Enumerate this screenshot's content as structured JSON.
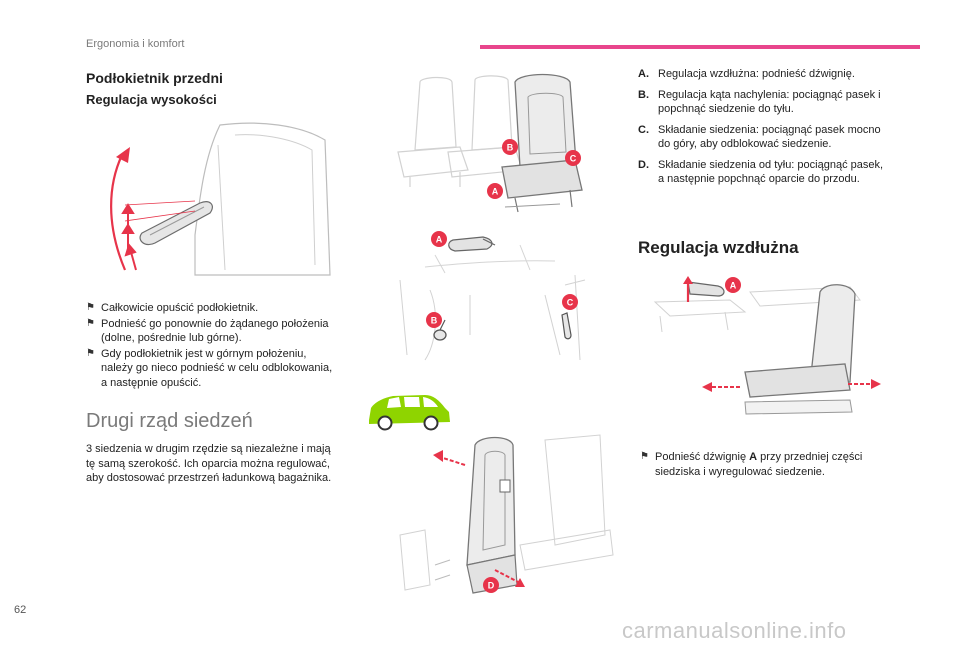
{
  "header": {
    "section": "Ergonomia i komfort"
  },
  "left": {
    "title": "Podłokietnik przedni",
    "subtitle": "Regulacja wysokości",
    "bullets": [
      "Całkowicie opuścić podłokietnik.",
      "Podnieść go ponownie do żądanego położenia (dolne, pośrednie lub górne).",
      "Gdy podłokietnik jest w górnym położeniu, należy go nieco podnieść w celu odblokowania, a następnie opuścić."
    ],
    "section_title": "Drugi rząd siedzeń",
    "paragraph": "3 siedzenia w drugim rzędzie są niezależne i mają tę samą szerokość. Ich oparcia można regulować, aby dostosować przestrzeń ładunkową bagażnika."
  },
  "middle": {
    "markers": [
      "B",
      "C",
      "A",
      "A",
      "B",
      "C",
      "D"
    ]
  },
  "right": {
    "legend": [
      {
        "letter": "A.",
        "text": "Regulacja wzdłużna: podnieść dźwignię."
      },
      {
        "letter": "B.",
        "text": "Regulacja kąta nachylenia: pociągnąć pasek i popchnąć siedzenie do tyłu."
      },
      {
        "letter": "C.",
        "text": "Składanie siedzenia: pociągnąć pasek mocno do góry, aby odblokować siedzenie."
      },
      {
        "letter": "D.",
        "text": "Składanie siedzenia od tyłu: pociągnąć pasek, a następnie popchnąć oparcie do przodu."
      }
    ],
    "title": "Regulacja wzdłużna",
    "marker": "A",
    "bullet_pre": "Podnieść dźwignię ",
    "bullet_bold": "A",
    "bullet_post": " przy przedniej części siedziska i wyregulować siedzenie."
  },
  "footer": {
    "page_number": "62",
    "watermark": "carmanualsonline.info"
  },
  "icons": {
    "bullet": "flag-bullet-icon"
  },
  "colors": {
    "accent": "#e8458c",
    "marker": "#e7344a",
    "car": "#8fd400"
  }
}
